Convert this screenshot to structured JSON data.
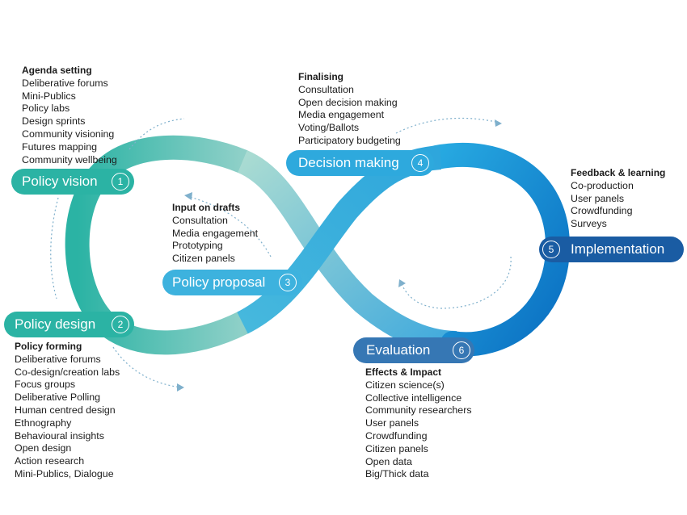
{
  "colors": {
    "teal": "#2bb3a4",
    "light_teal": "#a9dbd2",
    "sky_blue": "#2ea9dd",
    "blue": "#0f86cf",
    "dark_blue": "#1a5ca3",
    "steel_blue": "#3677b4"
  },
  "stages": [
    {
      "label": "Policy vision",
      "number": "1"
    },
    {
      "label": "Policy design",
      "number": "2"
    },
    {
      "label": "Policy proposal",
      "number": "3"
    },
    {
      "label": "Decision making",
      "number": "4"
    },
    {
      "label": "Implementation",
      "number": "5"
    },
    {
      "label": "Evaluation",
      "number": "6"
    }
  ],
  "blocks": {
    "agenda": {
      "title": "Agenda setting",
      "items": [
        "Deliberative forums",
        "Mini-Publics",
        "Policy labs",
        "Design sprints",
        "Community visioning",
        "Futures mapping",
        "Community wellbeing"
      ]
    },
    "finalising": {
      "title": "Finalising",
      "items": [
        "Consultation",
        "Open decision making",
        "Media engagement",
        "Voting/Ballots",
        "Participatory budgeting"
      ]
    },
    "feedback": {
      "title": "Feedback & learning",
      "items": [
        "Co-production",
        "User panels",
        "Crowdfunding",
        "Surveys"
      ]
    },
    "input": {
      "title": "Input on drafts",
      "items": [
        "Consultation",
        "Media engagement",
        "Prototyping",
        "Citizen panels"
      ]
    },
    "forming": {
      "title": "Policy forming",
      "items": [
        "Deliberative forums",
        "Co-design/creation labs",
        "Focus groups",
        "Deliberative Polling",
        "Human centred design",
        "Ethnography",
        "Behavioural insights",
        "Open design",
        "Action research",
        "Mini-Publics, Dialogue"
      ]
    },
    "effects": {
      "title": "Effects & Impact",
      "items": [
        "Citizen science(s)",
        "Collective intelligence",
        "Community researchers",
        "User panels",
        "Crowdfunding",
        "Citizen panels",
        "Open data",
        "Big/Thick data"
      ]
    }
  }
}
